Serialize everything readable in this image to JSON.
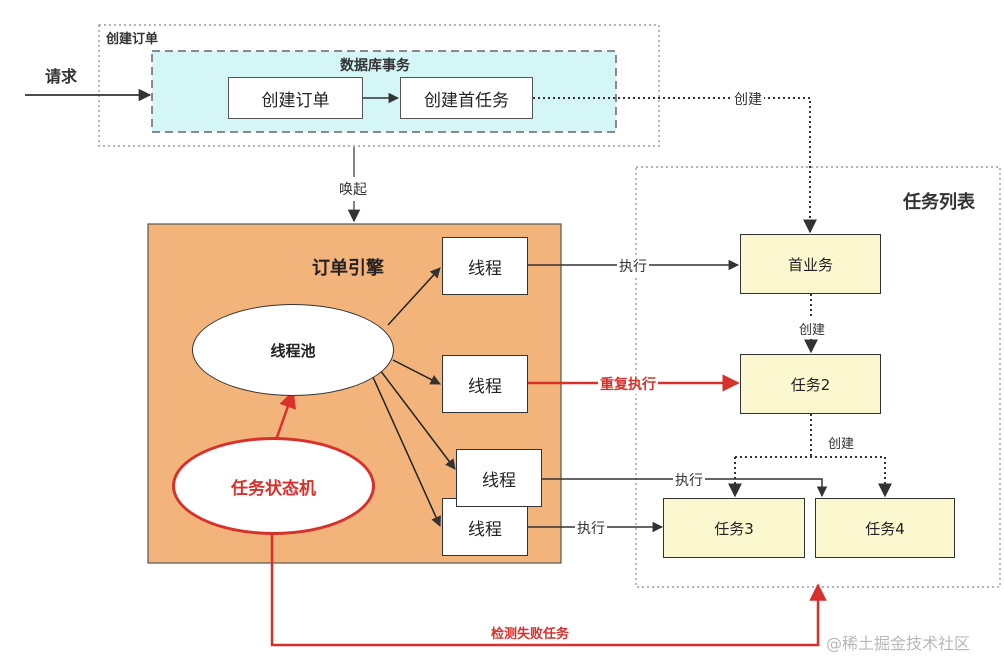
{
  "labels": {
    "request": "请求",
    "create_order_section": "创建订单",
    "db_transaction": "数据库事务",
    "create_order": "创建订单",
    "create_first_task": "创建首任务",
    "create_top": "创建",
    "wake": "唤起",
    "task_list": "任务列表",
    "order_engine": "订单引擎",
    "thread_pool": "线程池",
    "task_state_machine": "任务状态机",
    "thread": "线程",
    "execute": "执行",
    "re_execute": "重复执行",
    "first_business": "首业务",
    "task2": "任务2",
    "task3": "任务3",
    "task4": "任务4",
    "create": "创建",
    "detect_failed": "检测失败任务",
    "watermark": "@稀土掘金技术社区"
  },
  "colors": {
    "db_fill": "#d4f6f7",
    "engine_fill": "#f2b47b",
    "task_fill": "#fbf7cf",
    "red": "#d8312b",
    "dark": "#333333"
  }
}
